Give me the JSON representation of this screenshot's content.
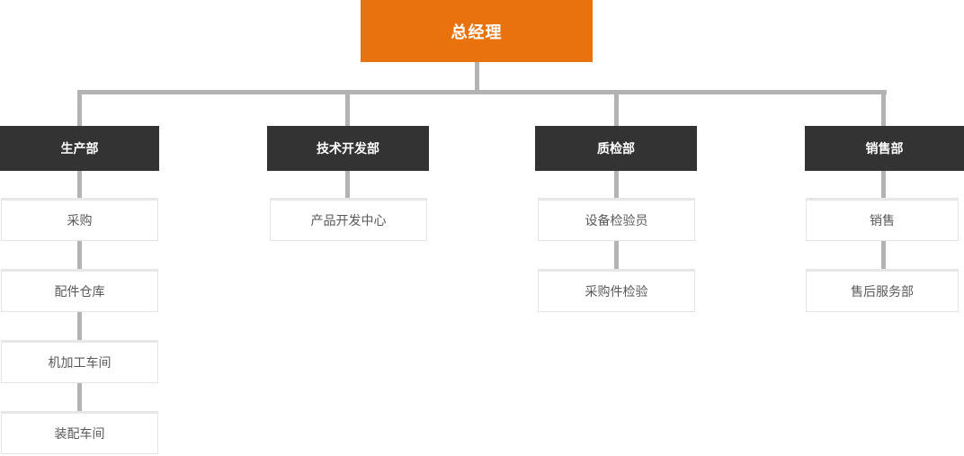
{
  "org": {
    "root": {
      "label": "总经理"
    },
    "departments": [
      {
        "label": "生产部",
        "children": [
          {
            "label": "采购"
          },
          {
            "label": "配件仓库"
          },
          {
            "label": "机加工车间"
          },
          {
            "label": "装配车间"
          }
        ]
      },
      {
        "label": "技术开发部",
        "children": [
          {
            "label": "产品开发中心"
          }
        ]
      },
      {
        "label": "质检部",
        "children": [
          {
            "label": "设备检验员"
          },
          {
            "label": "采购件检验"
          }
        ]
      },
      {
        "label": "销售部",
        "children": [
          {
            "label": "销售"
          },
          {
            "label": "售后服务部"
          }
        ]
      }
    ]
  },
  "colors": {
    "root_bg": "#e8720d",
    "dept_bg": "#333333",
    "connector": "#b3b3b3",
    "leaf_border": "#e3e3e3",
    "leaf_top_border": "#e7e7e7",
    "leaf_text": "#595959",
    "node_text_light": "#ffffff"
  }
}
